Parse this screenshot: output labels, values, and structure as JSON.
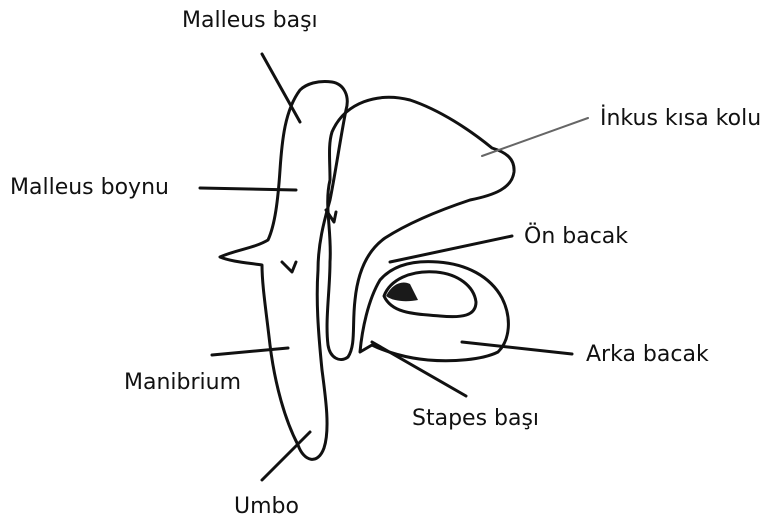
{
  "labels": {
    "malleus_head": "Malleus başı",
    "malleus_neck": "Malleus boynu",
    "manubrium": "Manibrium",
    "umbo": "Umbo",
    "incus_short_process": "İnkus kısa kolu",
    "anterior_crus": "Ön bacak",
    "posterior_crus": "Arka bacak",
    "stapes_head": "Stapes başı"
  },
  "colors": {
    "ink": "#111111",
    "background": "#ffffff"
  }
}
